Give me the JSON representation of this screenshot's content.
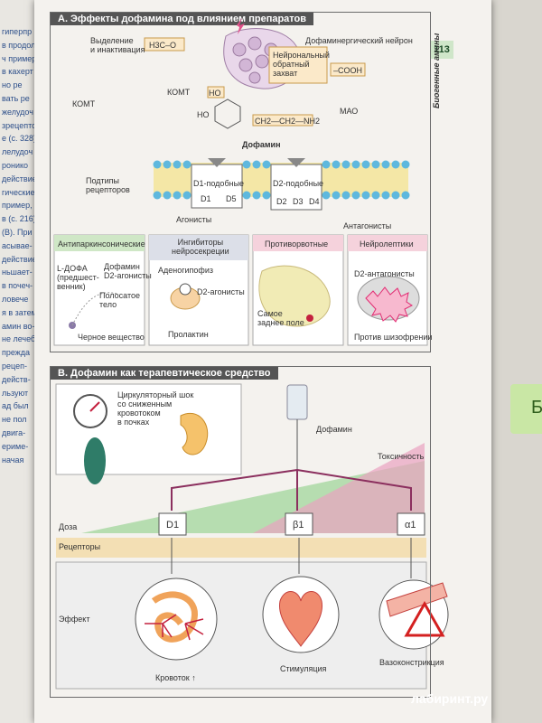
{
  "left_page_fragments": [
    "гиперпр",
    "в продол",
    "ч пример",
    "в кахерт",
    "но ре",
    "вать ре",
    "желудоч",
    "зрецептор",
    "е (с. 328)",
    "лелудоч",
    "ронико",
    "действие",
    "гические",
    "пример,",
    "в (с. 216).",
    "(B). При",
    "асывае-",
    "действие",
    "ньшает-",
    "в почеч-",
    "ловече",
    "я в затем",
    "амин во-",
    "не лечеб-",
    "прежда",
    "рецеп-",
    "действ-",
    "льзуют",
    "ад был",
    "не пол",
    "двига-",
    "ериме-",
    "начая"
  ],
  "page_number": "113",
  "side_text": "Биогенные амины",
  "right_tab_letter": "Б",
  "watermark": "лабиринт.ру",
  "sectionA": {
    "title": "A. Эффекты дофамина под влиянием препаратов",
    "labels": {
      "dopaminergic_neuron": "Дофаминергический нейрон",
      "excretion": "Выделение\nи инактивация",
      "h3co": "H3C–O",
      "reuptake": "Нейрональный\nобратный\nзахват",
      "cooh": "–COOH",
      "comt1": "КОМТ",
      "comt2": "КОМТ",
      "mao": "МАО",
      "ho1": "HO",
      "ho2": "HO",
      "ch2": "CH2—CH2—NH2",
      "dopamine": "Дофамин",
      "receptor_subtypes": "Подтипы\nрецепторов",
      "d1_like": "D1-подобные",
      "d2_like": "D2-подобные",
      "d1": "D1",
      "d5": "D5",
      "d2": "D2",
      "d3": "D3",
      "d4": "D4",
      "agonists": "Агонисты",
      "antagonists": "Антагонисты"
    },
    "boxes": [
      {
        "title": "Антипаркинсонические",
        "items": [
          "L-ДОФА\n(предшест-\nвенник)",
          "Дофамин\nD2-агонисты",
          "Полосатое\nтело",
          "Черное вещество"
        ]
      },
      {
        "title": "Ингибиторы\nнейросекреции",
        "items": [
          "Аденогипофиз",
          "D2-агонисты",
          "Пролактин"
        ]
      },
      {
        "title": "Противорвотные",
        "items": [
          "Самое\nзаднее поле"
        ]
      },
      {
        "title": "Нейролептики",
        "items": [
          "D2-антагонисты",
          "Против шизофрении"
        ]
      }
    ]
  },
  "sectionB": {
    "title": "B. Дофамин как терапевтическое средство",
    "labels": {
      "shock": "Циркуляторный шок\nсо сниженным\nкровотоком\nв почках",
      "dopamine": "Дофамин",
      "toxicity": "Токсичность",
      "dose": "Доза",
      "receptors": "Рецепторы",
      "effect": "Эффект",
      "d1": "D1",
      "b1": "β1",
      "a1": "α1",
      "bloodflow": "Кровоток ↑",
      "stimulation": "Стимуляция",
      "vasoconstriction": "Вазоконстрикция"
    }
  },
  "colors": {
    "header": "#555555",
    "pink": "#e8a4bd",
    "magenta": "#b0357a",
    "green": "#6fbf73",
    "yellow": "#f4e4a6",
    "blue": "#7ec8e3",
    "tan": "#f0dcb4"
  }
}
